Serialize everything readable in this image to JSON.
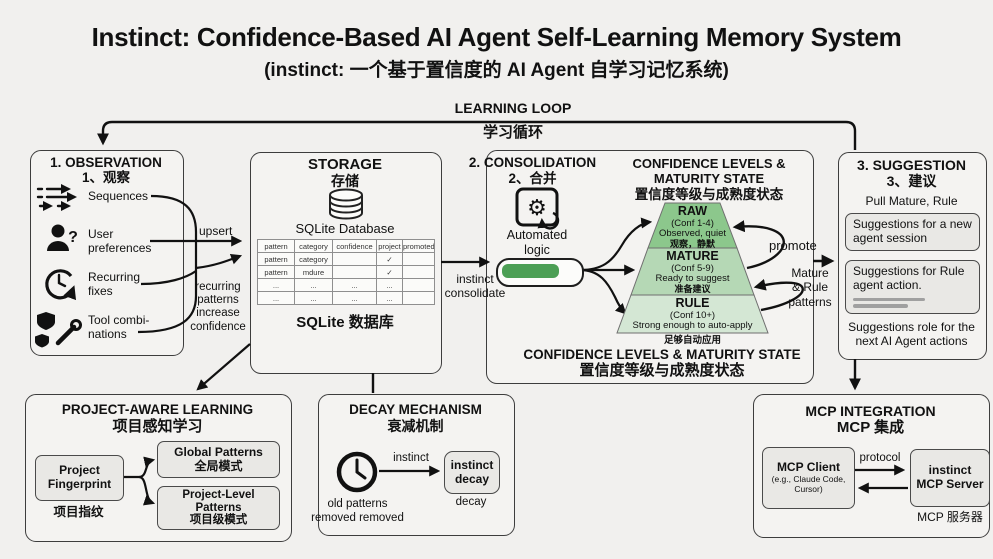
{
  "page": {
    "title": "Instinct: Confidence-Based AI Agent Self-Learning Memory System",
    "subtitle": "(instinct: 一个基于置信度的 AI Agent 自学习记忆系统)"
  },
  "loop": {
    "label": "LEARNING LOOP",
    "label_zh": "学习循环"
  },
  "observation": {
    "title": "1. OBSERVATION",
    "title_zh": "1、观察",
    "items": [
      {
        "icon": "sequences-icon",
        "label": "Sequences"
      },
      {
        "icon": "user-preferences-icon",
        "label": "User\npreferences"
      },
      {
        "icon": "recurring-fixes-icon",
        "label": "Recurring\nfixes"
      },
      {
        "icon": "tool-combinations-icon",
        "label": "Tool combi-\nnations"
      }
    ],
    "upsert_label": "upsert",
    "recurring_note": "recurring\npatterns\nincrease\nconfidence"
  },
  "storage": {
    "title": "STORAGE",
    "title_zh": "存储",
    "db_label": "SQLite Database",
    "db_label_zh": "SQLite 数据库",
    "table": {
      "headers": [
        "pattern",
        "category",
        "confidence",
        "project",
        "promoted"
      ],
      "rows": [
        [
          "pattern",
          "category",
          "",
          "✓",
          ""
        ],
        [
          "pattern",
          "mdure",
          "",
          "✓",
          ""
        ],
        [
          "...",
          "...",
          "...",
          "...",
          ""
        ],
        [
          "...",
          "...",
          "...",
          "...",
          ""
        ]
      ]
    },
    "consolidate_label": "instinct\nconsolidate"
  },
  "consolidation": {
    "title": "2. CONSOLIDATION",
    "title_zh": "2、合并",
    "automated_label": "Automated\nlogic",
    "pyramid_title": "CONFIDENCE LEVELS &\nMATURITY STATE",
    "pyramid_title_zh": "置信度等级与成熟度状态",
    "levels": [
      {
        "name": "RAW",
        "conf": "(Conf 1-4)",
        "desc": "Observed, quiet",
        "desc_zh": "观察，静默"
      },
      {
        "name": "MATURE",
        "conf": "(Conf 5-9)",
        "desc": "Ready to suggest",
        "desc_zh": "准备建议"
      },
      {
        "name": "RULE",
        "conf": "(Conf 10+)",
        "desc": "Strong enough to auto-apply"
      }
    ],
    "rule_note_zh": "足够自动应用",
    "promote_label": "promote",
    "mature_rule_label": "Mature\n& Rule\npatterns",
    "footer": "CONFIDENCE LEVELS & MATURITY STATE",
    "footer_zh": "置信度等级与成熟度状态"
  },
  "suggestion": {
    "title": "3. SUGGESTION",
    "title_zh": "3、建议",
    "pull_label": "Pull Mature, Rule",
    "cards": [
      {
        "text": "Suggestions for a new agent session"
      },
      {
        "text": "Suggestions for Rule agent action."
      }
    ],
    "footer": "Suggestions role for the next AI Agent actions"
  },
  "project_learning": {
    "title": "PROJECT-AWARE LEARNING",
    "title_zh": "项目感知学习",
    "fingerprint": "Project\nFingerprint",
    "fingerprint_zh": "项目指纹",
    "global_patterns": "Global Patterns\n全局模式",
    "project_patterns": "Project-Level\nPatterns\n项目级模式"
  },
  "decay": {
    "title": "DECAY MECHANISM",
    "title_zh": "衰减机制",
    "arrow_label": "instinct",
    "box_label": "instinct\ndecay",
    "box_caption": "decay",
    "clock_caption": "old patterns\nremoved removed"
  },
  "mcp": {
    "title": "MCP INTEGRATION",
    "title_zh": "MCP 集成",
    "client": "MCP Client",
    "client_sub": "(e.g., Claude Code,\nCursor)",
    "protocol_label": "protocol",
    "server": "instinct\nMCP Server",
    "server_caption": "MCP 服务器"
  },
  "icons": {
    "gear": "⚙",
    "question": "?"
  },
  "colors": {
    "pyramid_raw": "#8cc78c",
    "pyramid_mature": "#b5d8b5",
    "pyramid_rule": "#d4e7d4",
    "progress_fill": "#4c9f55",
    "line": "#111111"
  }
}
